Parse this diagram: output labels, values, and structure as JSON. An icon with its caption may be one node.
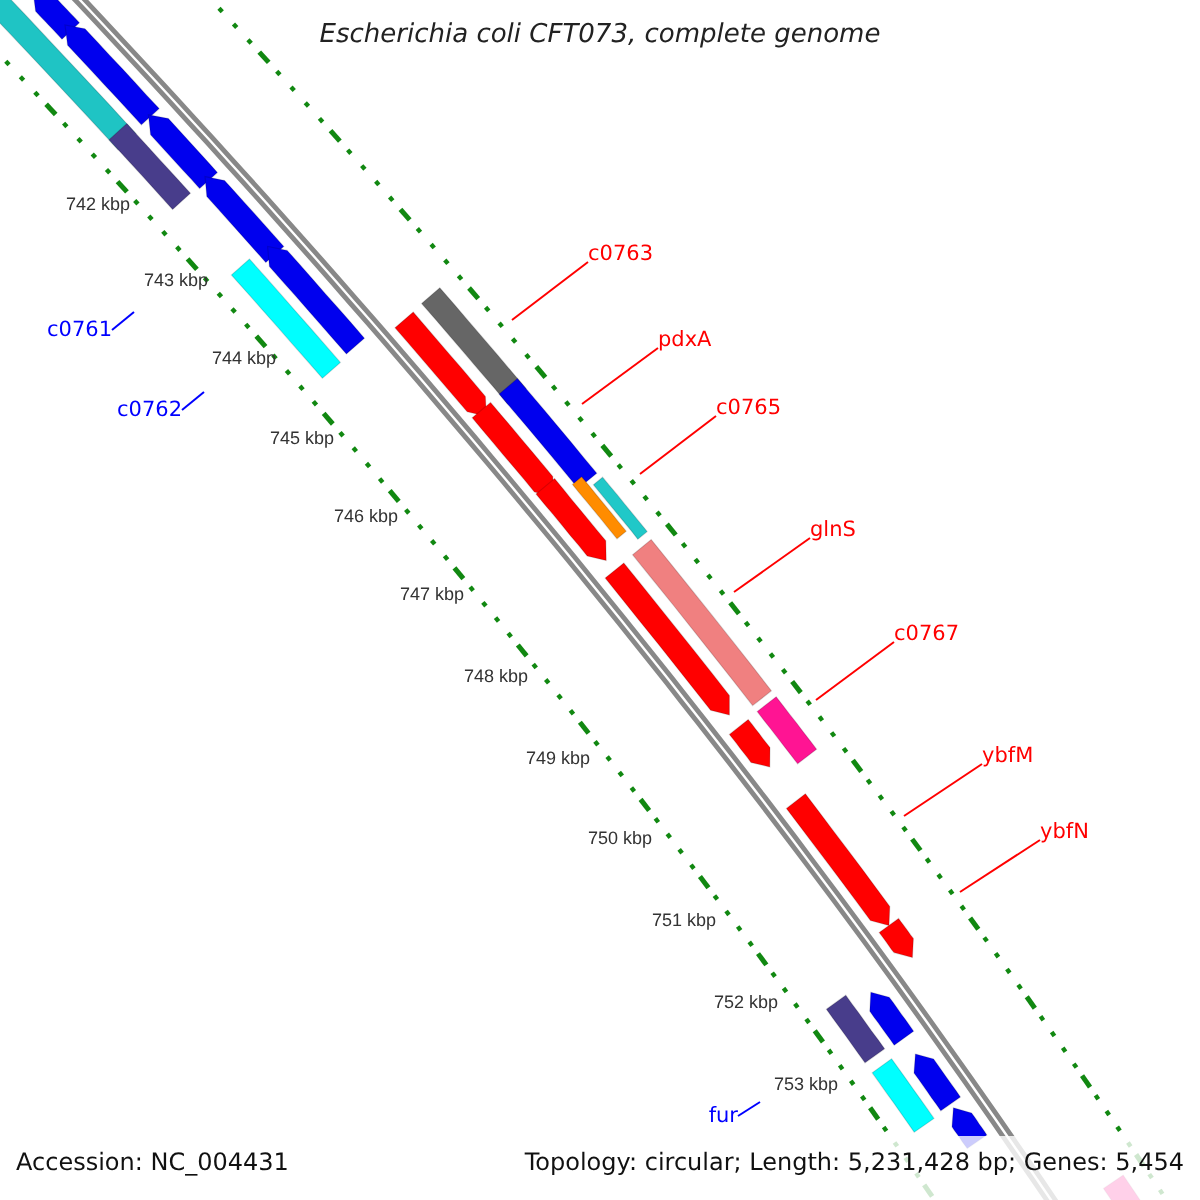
{
  "diagram": {
    "title": "Escherichia coli CFT073, complete genome",
    "nodes": [
      {
        "text": [
          "c0761"
        ]
      },
      {
        "text": [
          "c0762"
        ]
      },
      {
        "text": [
          "c0763"
        ]
      },
      {
        "text": [
          "pdxA"
        ]
      },
      {
        "text": [
          "c0765"
        ]
      },
      {
        "text": [
          "glnS"
        ]
      },
      {
        "text": [
          "c0767"
        ]
      },
      {
        "text": [
          "ybfM"
        ]
      },
      {
        "text": [
          "ybfN"
        ]
      },
      {
        "text": [
          "fur"
        ]
      }
    ],
    "edges": [
      {
        "from": 0,
        "to": null,
        "arrow": "none",
        "color": "#0000ff"
      },
      {
        "from": 1,
        "to": null,
        "arrow": "none",
        "color": "#0000ff"
      },
      {
        "from": 2,
        "to": null,
        "arrow": "none"
      },
      {
        "from": 3,
        "to": null,
        "arrow": "none"
      },
      {
        "from": 4,
        "to": null,
        "arrow": "none"
      },
      {
        "from": 5,
        "to": null,
        "arrow": "none"
      },
      {
        "from": 6,
        "to": null,
        "arrow": "none"
      },
      {
        "from": 7,
        "to": null,
        "arrow": "none"
      },
      {
        "from": 8,
        "to": null,
        "arrow": "none"
      },
      {
        "from": 9,
        "to": null,
        "arrow": "none",
        "color": "#0000ff"
      }
    ],
    "labels": [
      "742 kbp",
      "743 kbp",
      "744 kbp",
      "745 kbp",
      "746 kbp",
      "747 kbp",
      "748 kbp",
      "749 kbp",
      "750 kbp",
      "751 kbp",
      "752 kbp",
      "753 kbp",
      "Accession: NC_004431",
      "Topology: circular; Length: 5,231,428 bp; Genes: 5,454"
    ]
  }
}
